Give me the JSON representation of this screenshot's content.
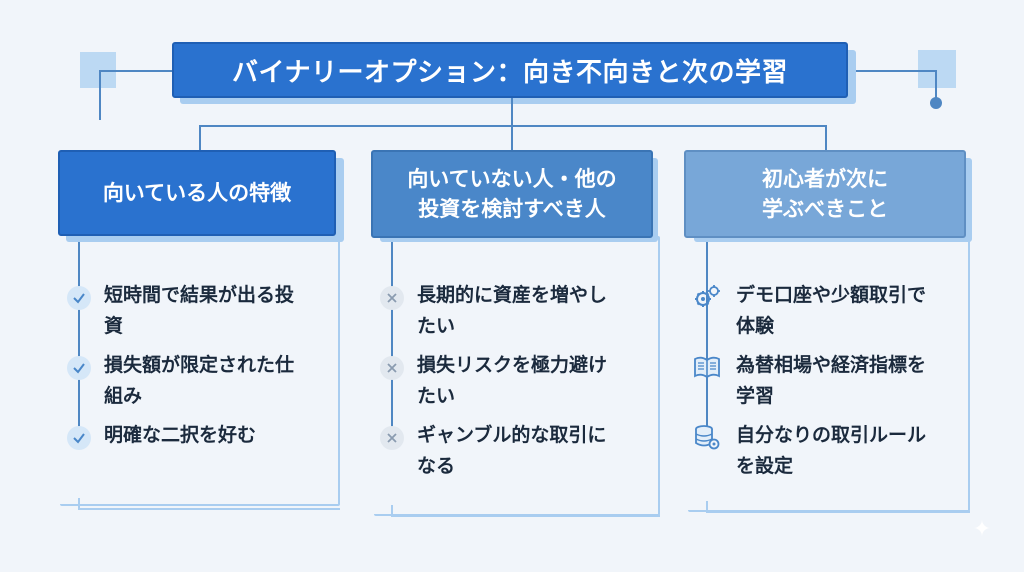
{
  "title": "バイナリーオプション：向き不向きと次の学習",
  "columns": [
    {
      "heading_lines": [
        "向いている人の特徴"
      ],
      "items": [
        {
          "lines": [
            "短時間で結果が出る投",
            "資"
          ],
          "icon": "check-icon"
        },
        {
          "lines": [
            "損失額が限定された仕",
            "組み"
          ],
          "icon": "check-icon"
        },
        {
          "lines": [
            "明確な二択を好む"
          ],
          "icon": "check-icon"
        }
      ]
    },
    {
      "heading_lines": [
        "向いていない人・他の",
        "投資を検討すべき人"
      ],
      "items": [
        {
          "lines": [
            "長期的に資産を増やし",
            "たい"
          ],
          "icon": "cross-icon"
        },
        {
          "lines": [
            "損失リスクを極力避け",
            "たい"
          ],
          "icon": "cross-icon"
        },
        {
          "lines": [
            "ギャンブル的な取引に",
            "なる"
          ],
          "icon": "cross-icon"
        }
      ]
    },
    {
      "heading_lines": [
        "初心者が次に",
        "学ぶべきこと"
      ],
      "items": [
        {
          "lines": [
            "デモ口座や少額取引で",
            "体験"
          ],
          "icon": "gears-icon"
        },
        {
          "lines": [
            "為替相場や経済指標を",
            "学習"
          ],
          "icon": "book-icon"
        },
        {
          "lines": [
            "自分なりの取引ルール",
            "を設定"
          ],
          "icon": "database-gear-icon"
        }
      ]
    }
  ],
  "colors": {
    "background": "#f1f5fa",
    "title": "#2a72cf",
    "head1": "#2a72cf",
    "head2": "#4a87c9",
    "head3": "#78a7d8",
    "line": "#4f87c3"
  }
}
